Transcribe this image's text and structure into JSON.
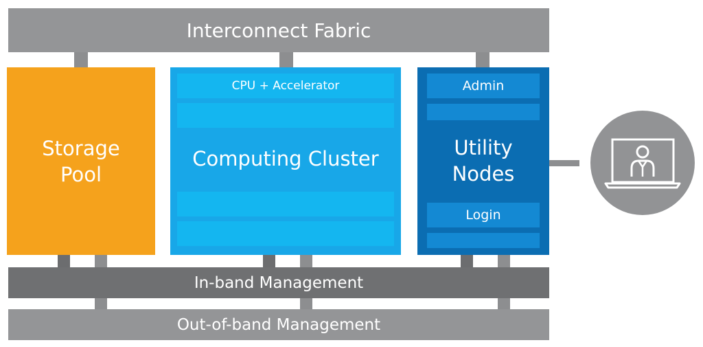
{
  "interconnect": {
    "label": "Interconnect Fabric"
  },
  "storage": {
    "line1": "Storage",
    "line2": "Pool"
  },
  "compute": {
    "title": "Computing Cluster",
    "rows": [
      "CPU + Accelerator",
      "",
      "",
      ""
    ]
  },
  "utility": {
    "line1": "Utility",
    "line2": "Nodes",
    "admin": "Admin",
    "login": "Login"
  },
  "inband": {
    "label": "In-band Management"
  },
  "outband": {
    "label": "Out-of-band Management"
  },
  "user": {
    "icon": "user-laptop-icon"
  },
  "colors": {
    "fabric": "#949597",
    "inband": "#6f7072",
    "outband": "#949597",
    "storage": "#f5a21c",
    "compute": "#18a7e8",
    "compute_row": "#14b6f0",
    "utility": "#0b6db2",
    "utility_row": "#1489d3",
    "user_circle": "#929395"
  }
}
